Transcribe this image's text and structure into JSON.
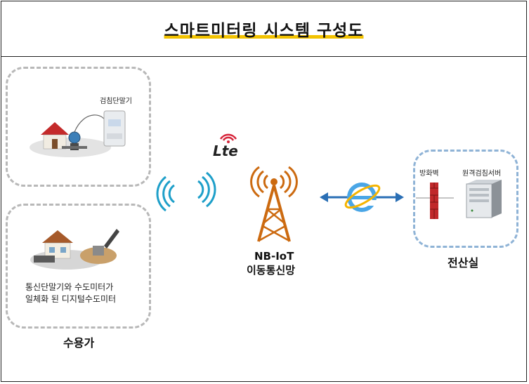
{
  "title": "스마트미터링 시스템 구성도",
  "customer": {
    "meter_terminal_label": "검침단말기",
    "digital_meter_caption_line1": "통신단말기와 수도미터가",
    "digital_meter_caption_line2": "일체화 된 디지털수도미터",
    "section_label": "수용가"
  },
  "network": {
    "lte_logo_text": "Lte",
    "tower_label_line1": "NB-IoT",
    "tower_label_line2": "이동통신망"
  },
  "datacenter": {
    "firewall_label": "방화벽",
    "server_label": "원격검침서버",
    "section_label": "전산실"
  },
  "colors": {
    "tower": "#cc6a10",
    "wave": "#1e9fc9",
    "arrow": "#2a6fb5",
    "firewall": "#c0282a",
    "title_underline": "#f2c200"
  }
}
